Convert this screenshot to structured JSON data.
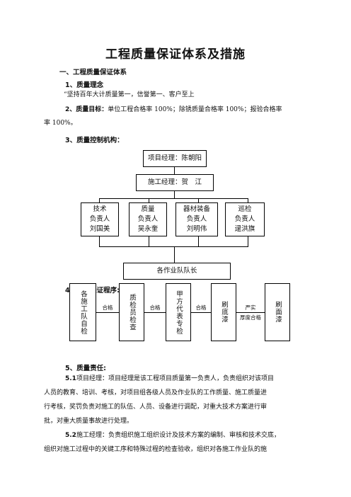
{
  "title": "工程质量保证体系及措施",
  "section1": "一、工程质量保证体系",
  "s1_heading": "1、质量理念",
  "s1_text": "“坚持百年大计质量第一，信誉第一、客户至上",
  "s2_heading": "2、质量目标：",
  "s2_text_a": "单位工程合格率 100%；除锈质量合格率 100%；报验合格率",
  "s2_text_b": "率 100%。",
  "s3_heading": "3、质量控制机构：",
  "org": {
    "manager": "项目经理：陈朝阳",
    "construction": "施工经理：贺　江",
    "leaders": [
      {
        "role": "技术",
        "title": "负责人",
        "name": "刘国美"
      },
      {
        "role": "质量",
        "title": "负责人",
        "name": "吴永奎"
      },
      {
        "role": "器材装备",
        "title": "负责人",
        "name": "刘明伟"
      },
      {
        "role": "巡检",
        "title": "负责人",
        "name": "逯洪旗"
      }
    ],
    "teams": "各作业队队长"
  },
  "s4_heading": "4、质量保证程序:",
  "procedure": {
    "steps": [
      "各施工队自检",
      "质检员检查",
      "甲方代表专检",
      "刷底漆",
      "刷面漆"
    ],
    "edges": [
      "合格",
      "合格",
      "合格",
      "严实",
      "厚度合格"
    ]
  },
  "s5_heading": "5、质量责任:",
  "r51_num": "5.1",
  "r51_lines": [
    "项目经理：项目经理是该工程项目质量第一负责人，负责组织对该项目",
    "人员的教育、培训、考核，对项目组各级人员及作业队的工作质量、施工质量进",
    "行考核，奖罚负责对施工的队伍、人员、设备进行调配，对重大技术方案进行审",
    "批，对重大质量事故进行处理。"
  ],
  "r52_num": "5.2",
  "r52_lines": [
    "施工经理：负责组织施工组织设计及技术方案的编制、审核和技术交底，",
    "组织对施工过程中的关键工序和特殊过程的检查验收，组织对各施工作业队的施"
  ]
}
